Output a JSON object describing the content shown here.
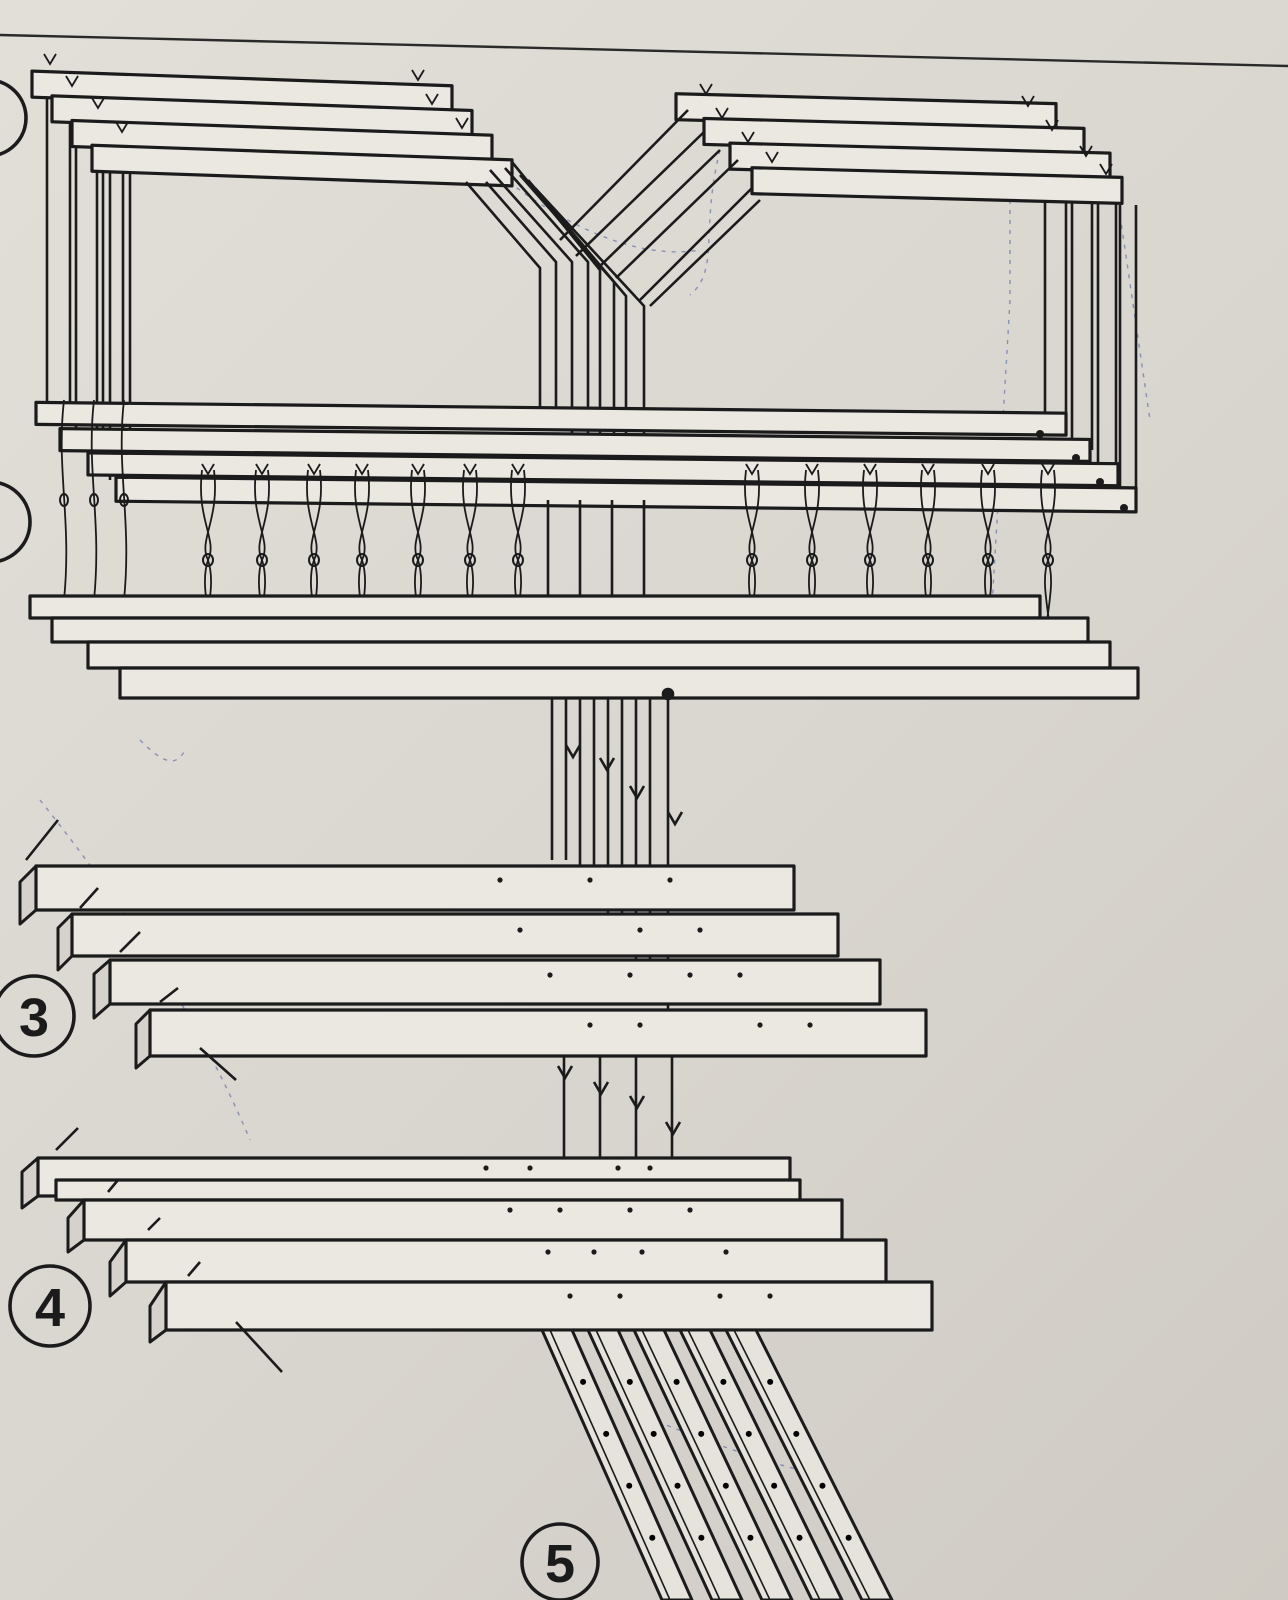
{
  "markers": [
    {
      "id": "step-1",
      "label": ""
    },
    {
      "id": "step-2",
      "label": ""
    },
    {
      "id": "step-3",
      "label": "3"
    },
    {
      "id": "step-4",
      "label": "4"
    },
    {
      "id": "step-5",
      "label": "5"
    }
  ],
  "colors": {
    "ink": "#1b1b1b",
    "paper": "#dcd8d2",
    "pencil": "#6c78a8"
  }
}
